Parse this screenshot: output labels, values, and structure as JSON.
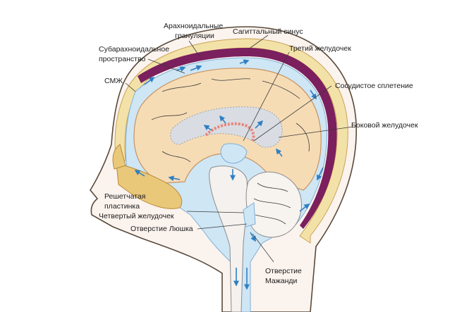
{
  "labels": {
    "arachnoid_granulations": [
      "Арахноидальные",
      "грануляции"
    ],
    "sagittal_sinus": "Сагиттальный синус",
    "subarachnoid_space": [
      "Субарахноидальное",
      "пространство"
    ],
    "third_ventricle": "Третий желудочек",
    "csf": "СМЖ",
    "choroid_plexus": "Сосудистое сплетение",
    "lateral_ventricle": "Боковой желудочек",
    "cribriform_plate": [
      "Решетчатая",
      "пластинка"
    ],
    "fourth_ventricle": "Четвертый желудочек",
    "foramen_luschka": "Отверстие Люшка",
    "foramen_magendie": [
      "Отверстие",
      "Мажанди"
    ]
  },
  "colors": {
    "skin": "#5a4a3a",
    "skull": "#f3e2a8",
    "sinus": "#7b1f5e",
    "csf": "#cfe6f5",
    "brain": "#f6dcb5",
    "ventricle": "#d9dde3",
    "plexus": "#e8857a",
    "arrow": "#2f7fc4"
  },
  "icons": [
    "csf-flow-arrow-icon"
  ]
}
